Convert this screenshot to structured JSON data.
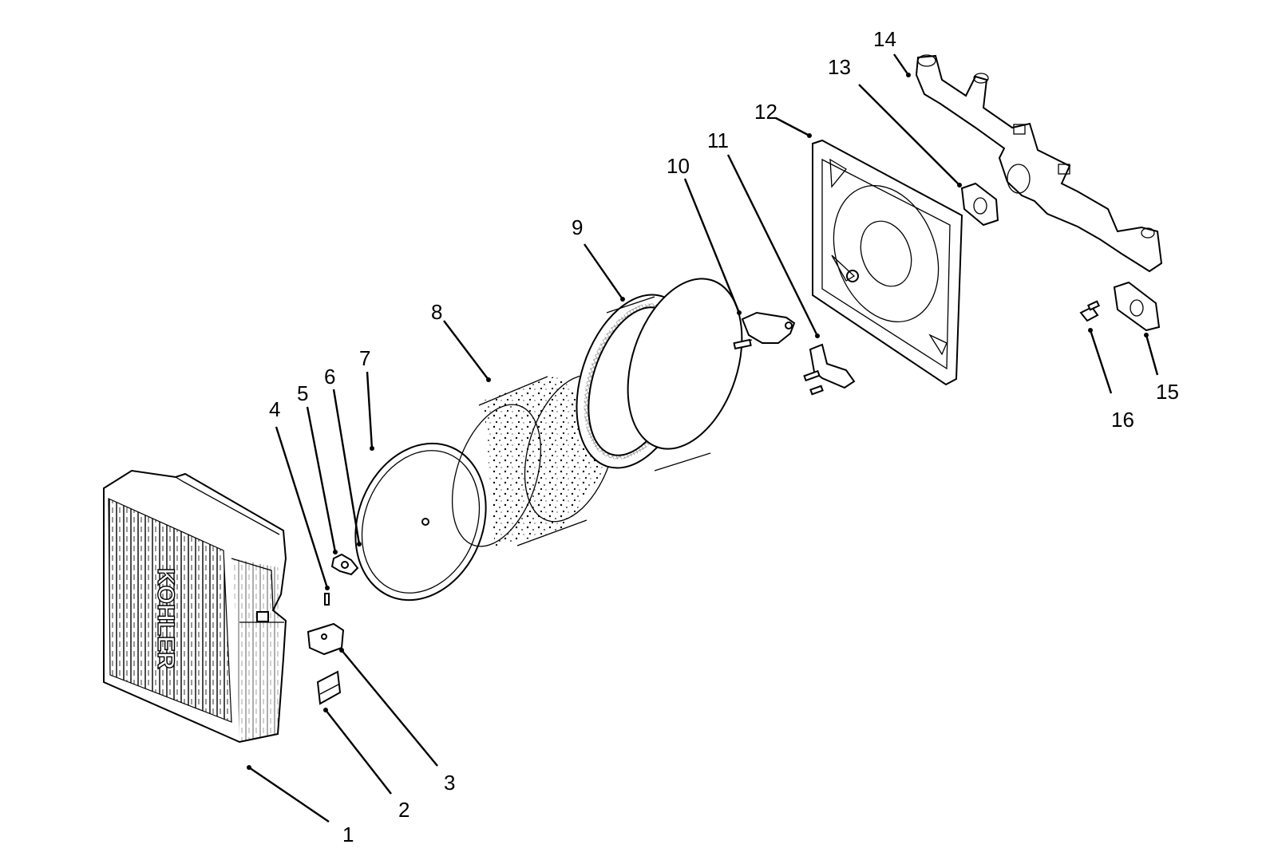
{
  "diagram": {
    "brand_text": "KOHLER",
    "callouts": [
      {
        "id": "1",
        "label": "1"
      },
      {
        "id": "2",
        "label": "2"
      },
      {
        "id": "3",
        "label": "3"
      },
      {
        "id": "4",
        "label": "4"
      },
      {
        "id": "5",
        "label": "5"
      },
      {
        "id": "6",
        "label": "6"
      },
      {
        "id": "7",
        "label": "7"
      },
      {
        "id": "8",
        "label": "8"
      },
      {
        "id": "9",
        "label": "9"
      },
      {
        "id": "10",
        "label": "10"
      },
      {
        "id": "11",
        "label": "11"
      },
      {
        "id": "12",
        "label": "12"
      },
      {
        "id": "13",
        "label": "13"
      },
      {
        "id": "14",
        "label": "14"
      },
      {
        "id": "15",
        "label": "15"
      },
      {
        "id": "16",
        "label": "16"
      }
    ]
  }
}
